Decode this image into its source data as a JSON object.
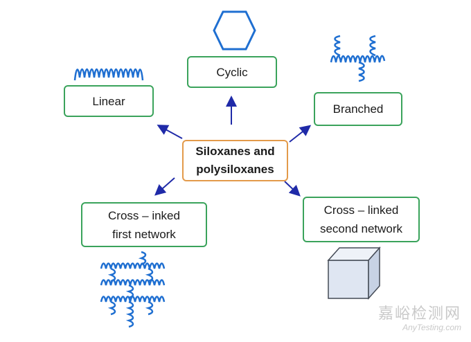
{
  "diagram": {
    "center": {
      "line1": "Siloxanes and",
      "line2": "polysiloxanes"
    },
    "linear": {
      "label": "Linear"
    },
    "cyclic": {
      "label": "Cyclic"
    },
    "branched": {
      "label": "Branched"
    },
    "cross_first": {
      "line1": "Cross – inked",
      "line2": "first network"
    },
    "cross_second": {
      "line1": "Cross – linked",
      "line2": "second network"
    }
  },
  "colors": {
    "box_border": "#3aa35b",
    "center_border": "#e39a4a",
    "arrow": "#1f2aa8",
    "chain": "#1f6fd1",
    "hexagon": "#1f6fd1",
    "cube_face": "#dfe6f2"
  },
  "watermark": {
    "cn": "嘉峪检测网",
    "en": "AnyTesting.com"
  }
}
